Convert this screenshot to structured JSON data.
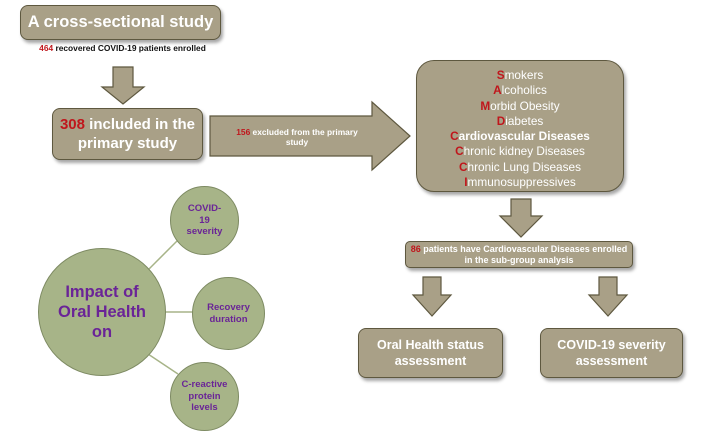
{
  "title": "A cross-sectional study",
  "enrolled": {
    "number": "464",
    "text": " recovered COVID-19 patients enrolled"
  },
  "primary": {
    "number": "308",
    "text": " included in the primary study"
  },
  "excluded": {
    "number": "156",
    "text": " excluded from the primary study"
  },
  "risk_factors": [
    {
      "letter": "S",
      "rest": "mokers",
      "bold": false
    },
    {
      "letter": "A",
      "rest": "lcoholics",
      "bold": false
    },
    {
      "letter": "M",
      "rest": "orbid Obesity",
      "bold": false
    },
    {
      "letter": "D",
      "rest": "iabetes",
      "bold": false
    },
    {
      "letter": "C",
      "rest": "ardiovascular Diseases",
      "bold": true
    },
    {
      "letter": "C",
      "rest": "hronic kidney Diseases",
      "bold": false
    },
    {
      "letter": "C",
      "rest": "hronic Lung Diseases",
      "bold": false
    },
    {
      "letter": "I",
      "rest": "mmunosuppressives",
      "bold": false
    }
  ],
  "subgroup": {
    "number": "86",
    "text": " patients have Cardiovascular Diseases enrolled in the sub-group analysis"
  },
  "outcomes": {
    "oral": "Oral Health status assessment",
    "severity": "COVID-19 severity assessment"
  },
  "impact": {
    "center": "Impact of Oral Health on",
    "items": [
      "COVID-19 severity",
      "Recovery duration",
      "C-reactive protein levels"
    ]
  },
  "colors": {
    "box_fill": "#a9a087",
    "highlight": "#c0161c",
    "circle_fill": "#a7b488",
    "circle_text": "#6a2497"
  }
}
